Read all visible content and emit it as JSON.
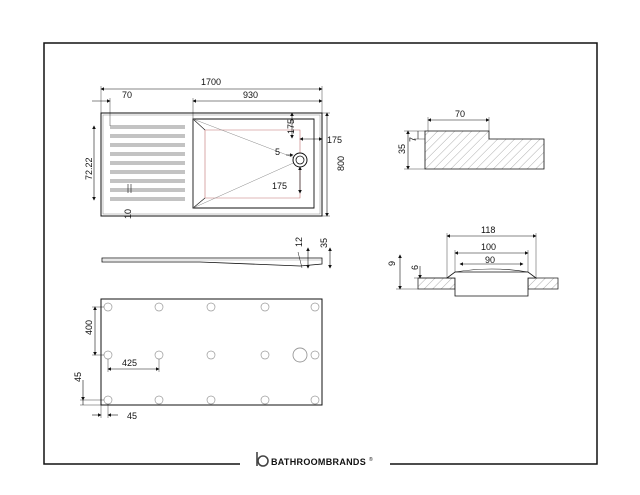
{
  "top_view": {
    "overall_width": "1700",
    "drainer_offset": "70",
    "bowl_width": "930",
    "waste_top": "175",
    "waste_right": "175",
    "waste_offset": "5",
    "waste_bottom": "175",
    "depth": "800",
    "groove_pitch": "72.22",
    "groove_width": "10"
  },
  "side_view": {
    "thickness": "12",
    "height": "35"
  },
  "edge_detail": {
    "width": "70",
    "height": "35",
    "step": "7"
  },
  "waste_detail": {
    "outer": "118",
    "middle": "100",
    "inner": "90",
    "depth": "9",
    "lip": "6"
  },
  "underside_view": {
    "row_spacing": "400",
    "col_spacing": "425",
    "edge_vertical": "45",
    "edge_horizontal": "45"
  },
  "brand": {
    "name": "BATHROOMBRANDS",
    "mark": "®",
    "icon": "b-logo-icon"
  }
}
